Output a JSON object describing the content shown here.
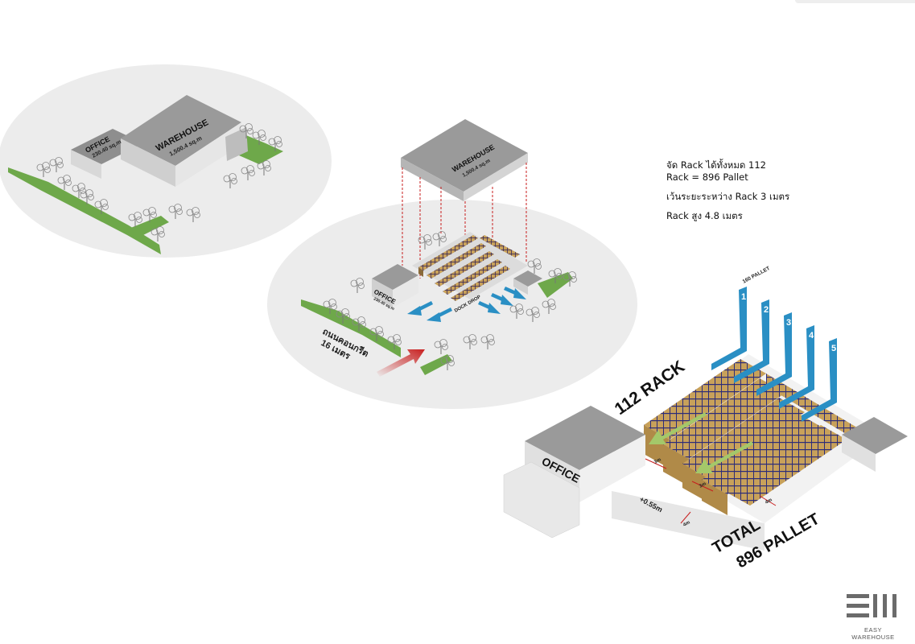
{
  "site_plan": {
    "office_label": "OFFICE",
    "office_area": "230.40 sq.m",
    "warehouse_label": "WAREHOUSE",
    "warehouse_area": "1,500.4 sq.m"
  },
  "layout_plan": {
    "warehouse_label": "WAREHOUSE",
    "warehouse_area": "1,500.4 sq.m",
    "office_label": "OFFICE",
    "office_sub": "230.40 sq.m",
    "dock_label": "DOCK DROP",
    "road_line1": "ถนนคอนกรีต",
    "road_line2": "16 เมตร"
  },
  "notes": {
    "line1": "จัด Rack ได้ทั้งหมด 112",
    "line2": "Rack = 896 Pallet",
    "line3": "เว้นระยะระหว่าง Rack 3 เมตร",
    "line4": "Rack สูง 4.8 เมตร"
  },
  "rack_detail": {
    "pallet_per_row": "160 PALLET",
    "row_numbers": [
      "1",
      "2",
      "3",
      "4",
      "5"
    ],
    "rack_total": "112 RACK",
    "office_label": "OFFICE",
    "aisle_1": "3m",
    "aisle_2": "3m",
    "clear_1": "4m",
    "clear_2": "4m",
    "floor_level": "+0.55m",
    "total_line1": "TOTAL",
    "total_line2": "896 PALLET"
  },
  "brand": {
    "name": "EASY WAREHOUSE"
  },
  "colors": {
    "roof": "#9a9a9a",
    "rack_box": "#c8a15a",
    "rack_frame": "#2b2b7a",
    "lawn": "#6ea84a",
    "arrow_blue": "#2a8fc4",
    "arrow_red": "#c81e1e",
    "arrow_green": "#a4c86a"
  }
}
